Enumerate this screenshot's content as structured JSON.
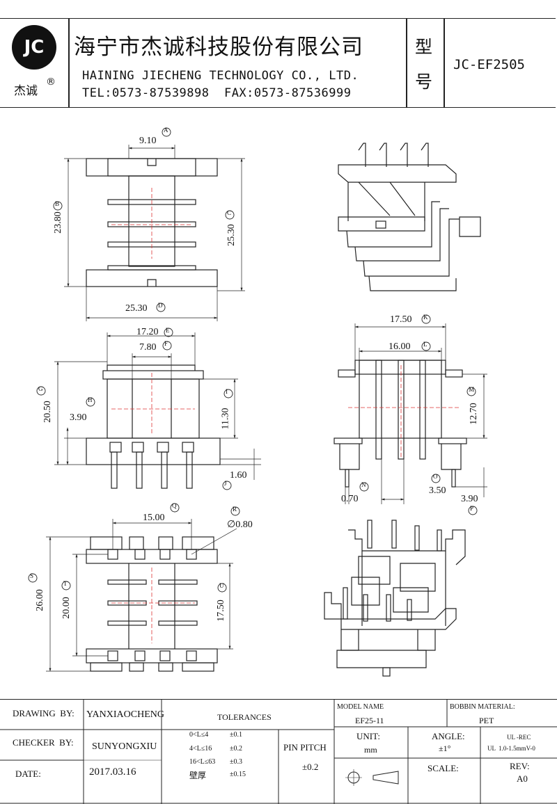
{
  "header": {
    "logo_text": "JC",
    "logo_cn": "杰诚",
    "registered": "®",
    "company_cn": "海宁市杰诚科技股份有限公司",
    "company_en": "HAINING JIECHENG TECHNOLOGY CO., LTD.",
    "contact": "TEL:0573-87539898  FAX:0573-87536999",
    "model_label_1": "型",
    "model_label_2": "号",
    "model_number": "JC-EF2505"
  },
  "dimensions": {
    "A": {
      "label": "A",
      "value": "9.10"
    },
    "B": {
      "label": "B",
      "value": "23.80"
    },
    "C": {
      "label": "C",
      "value": "25.30"
    },
    "D": {
      "label": "D",
      "value": "25.30"
    },
    "E": {
      "label": "E",
      "value": "17.20"
    },
    "F": {
      "label": "F",
      "value": "7.80"
    },
    "G": {
      "label": "G",
      "value": "20.50"
    },
    "H": {
      "label": "H",
      "value": "3.90"
    },
    "I": {
      "label": "I",
      "value": "11.30"
    },
    "J": {
      "label": "J",
      "value": "1.60"
    },
    "K": {
      "label": "K",
      "value": "17.50"
    },
    "L": {
      "label": "L",
      "value": "16.00"
    },
    "M": {
      "label": "M",
      "value": "12.70"
    },
    "N": {
      "label": "N",
      "value": "0.70"
    },
    "O": {
      "label": "O",
      "value": "3.50"
    },
    "P": {
      "label": "P",
      "value": "3.90"
    },
    "Q": {
      "label": "Q",
      "value": "15.00"
    },
    "R": {
      "label": "R",
      "value": "∅0.80"
    },
    "S": {
      "label": "S",
      "value": "26.00"
    },
    "T": {
      "label": "T",
      "value": "20.00"
    },
    "U": {
      "label": "U",
      "value": "17.50"
    }
  },
  "title_block": {
    "drawing_by_label": "DRAWING  BY:",
    "drawing_by": "YANXIAOCHENG",
    "checker_by_label": "CHECKER  BY:",
    "checker_by": "SUNYONGXIU",
    "date_label": "DATE:",
    "date": "2017.03.16",
    "tolerances_label": "TOLERANCES",
    "tol_rows": [
      {
        "range": "0<L≤4",
        "tol": "±0.1"
      },
      {
        "range": "4<L≤16",
        "tol": "±0.2"
      },
      {
        "range": "16<L≤63",
        "tol": "±0.3"
      },
      {
        "range": "壁厚",
        "tol": "±0.15"
      }
    ],
    "pin_pitch_label": "PIN PITCH",
    "pin_pitch": "±0.2",
    "model_name_label": "MODEL NAME",
    "model_name": "EF25-11",
    "bobbin_material_label": "BOBBIN MATERIAL:",
    "bobbin_material": "PET",
    "unit_label": "UNIT:",
    "unit": "mm",
    "angle_label": "ANGLE:",
    "angle": "±1°",
    "ul_1": "UL -REC",
    "ul_2": "UL  1.0-1.5mmV-0",
    "scale_label": "SCALE:",
    "rev_label": "REV:",
    "rev": "A0"
  }
}
